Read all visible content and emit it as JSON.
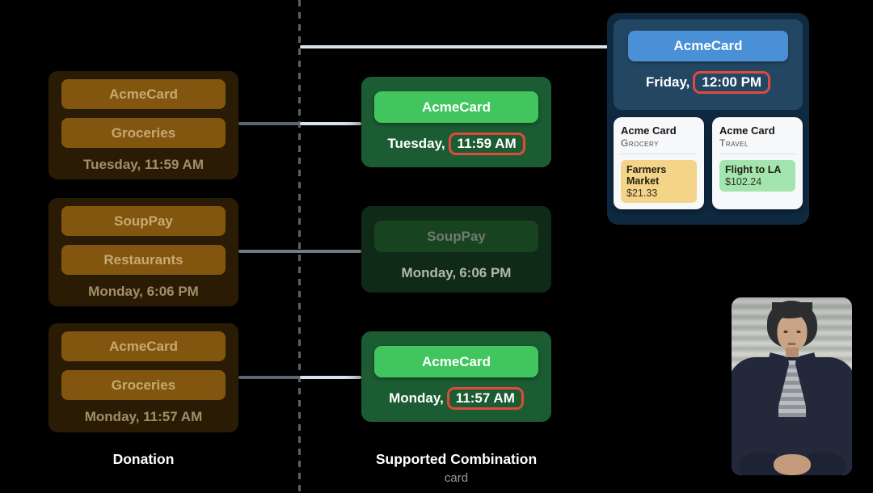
{
  "colors": {
    "background": "#000000",
    "brown_card_bg": "#2a1b05",
    "brown_button_bg": "#82560f",
    "brown_text": "#c8a873",
    "green_card_bg": "#1c5c32",
    "green_button_bg": "#41c55e",
    "dim_green_card_bg": "#0f2a16",
    "dim_green_button_bg": "#17431f",
    "navy_panel_bg": "#0f2940",
    "navy_header_bg": "#234763",
    "blue_button_bg": "#4a90d6",
    "highlight_ring_red": "#e2493d",
    "amber_chip": "#f4d488",
    "green_chip": "#a2e5af",
    "connector_bright": "#d9e1ea",
    "connector_dim": "#5d666e"
  },
  "left": {
    "label": "Donation",
    "cards": [
      {
        "line1": "AcmeCard",
        "line2": "Groceries",
        "timestamp": "Tuesday, 11:59 AM"
      },
      {
        "line1": "SoupPay",
        "line2": "Restaurants",
        "timestamp": "Monday, 6:06 PM"
      },
      {
        "line1": "AcmeCard",
        "line2": "Groceries",
        "timestamp": "Monday, 11:57 AM"
      }
    ]
  },
  "middle": {
    "label": "Supported Combination",
    "sublabel": "card",
    "cards": [
      {
        "button": "AcmeCard",
        "day": "Tuesday,",
        "time": "11:59 AM"
      },
      {
        "button": "SoupPay",
        "day": "Monday,",
        "time": "6:06 PM"
      },
      {
        "button": "AcmeCard",
        "day": "Monday,",
        "time": "11:57 AM"
      }
    ]
  },
  "result": {
    "button": "AcmeCard",
    "day": "Friday,",
    "time": "12:00 PM",
    "transactions": [
      {
        "card_name": "Acme Card",
        "category": "Grocery",
        "merchant": "Farmers Market",
        "amount": "$21.33"
      },
      {
        "card_name": "Acme Card",
        "category": "Travel",
        "merchant": "Flight to LA",
        "amount": "$102.24"
      }
    ]
  }
}
